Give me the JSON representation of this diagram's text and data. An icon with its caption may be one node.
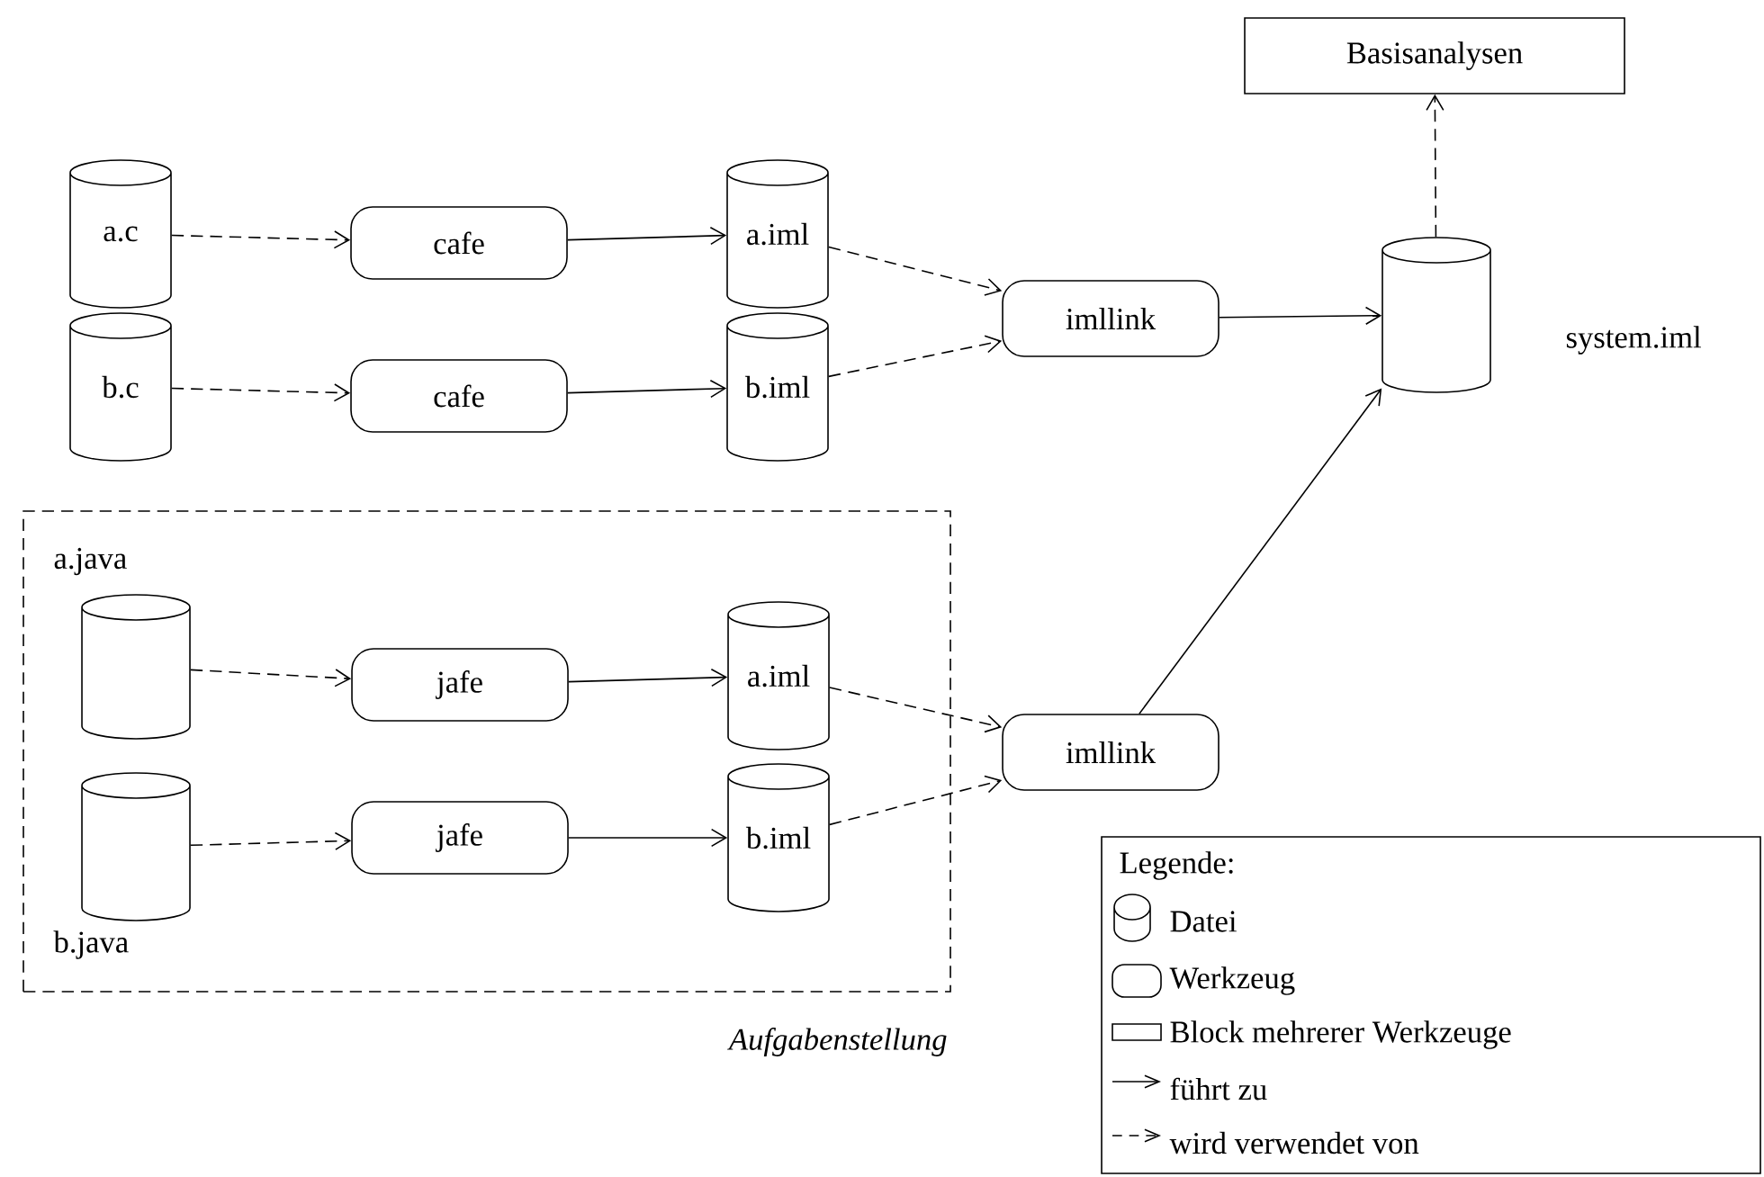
{
  "diagram": {
    "nodes": [
      {
        "text": [
          "a.c"
        ]
      },
      {
        "text": [
          "cafe"
        ]
      },
      {
        "text": [
          "a.iml"
        ]
      },
      {
        "text": [
          "b.c"
        ]
      },
      {
        "text": [
          "cafe"
        ]
      },
      {
        "text": [
          "b.iml"
        ]
      },
      {
        "text": [
          "imllink"
        ]
      },
      {
        "text": [
          "system.iml"
        ]
      },
      {
        "text": [
          "Basisanalysen"
        ]
      },
      {
        "text": [
          "Aufgabenstellung"
        ]
      },
      {
        "text": [
          "a.java"
        ],
        "in": 9
      },
      {
        "text": [
          "jafe"
        ],
        "in": 9
      },
      {
        "text": [
          "a.iml"
        ],
        "in": 9
      },
      {
        "text": [
          "b.java"
        ],
        "in": 9
      },
      {
        "text": [
          "jafe"
        ],
        "in": 9
      },
      {
        "text": [
          "b.iml"
        ],
        "in": 9
      },
      {
        "text": [
          "imllink"
        ]
      }
    ],
    "edges": [
      {
        "from": 0,
        "to": 1,
        "arrow": "to",
        "style": "dashed"
      },
      {
        "from": 1,
        "to": 2,
        "arrow": "to"
      },
      {
        "from": 2,
        "to": 6,
        "arrow": "to",
        "style": "dashed"
      },
      {
        "from": 3,
        "to": 4,
        "arrow": "to",
        "style": "dashed"
      },
      {
        "from": 4,
        "to": 5,
        "arrow": "to"
      },
      {
        "from": 5,
        "to": 6,
        "arrow": "to",
        "style": "dashed"
      },
      {
        "from": 6,
        "to": 7,
        "arrow": "to"
      },
      {
        "from": 7,
        "to": 8,
        "arrow": "to",
        "style": "dashed"
      },
      {
        "from": 10,
        "to": 11,
        "arrow": "to",
        "style": "dashed"
      },
      {
        "from": 11,
        "to": 12,
        "arrow": "to"
      },
      {
        "from": 12,
        "to": 16,
        "arrow": "to",
        "style": "dashed"
      },
      {
        "from": 13,
        "to": 14,
        "arrow": "to",
        "style": "dashed"
      },
      {
        "from": 14,
        "to": 15,
        "arrow": "to"
      },
      {
        "from": 15,
        "to": 16,
        "arrow": "to",
        "style": "dashed"
      },
      {
        "from": 16,
        "to": 7,
        "arrow": "to"
      }
    ],
    "labels": [
      "Legende:"
    ],
    "legend": [
      {
        "text": "Datei"
      },
      {
        "text": "Werkzeug"
      },
      {
        "text": "Block mehrerer Werkzeuge"
      },
      {
        "text": "führt zu"
      },
      {
        "text": "wird verwendet von"
      }
    ]
  }
}
